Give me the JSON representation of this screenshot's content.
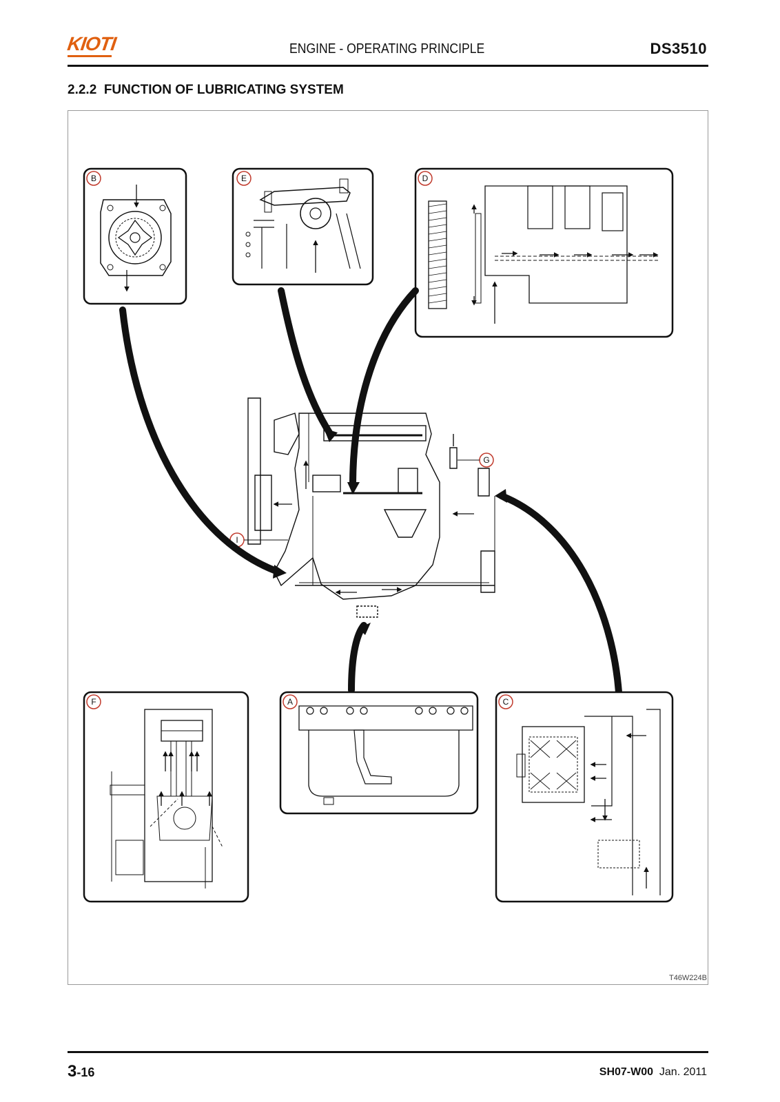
{
  "header": {
    "logo_text": "KIOTI",
    "title": "ENGINE - OPERATING PRINCIPLE",
    "model": "DS3510"
  },
  "section": {
    "number": "2.2.2",
    "title": "FUNCTION OF LUBRICATING SYSTEM"
  },
  "figure": {
    "reference": "T46W224B",
    "callouts": [
      "A",
      "B",
      "C",
      "D",
      "E",
      "F",
      "G",
      "I"
    ]
  },
  "footer": {
    "chapter": "3",
    "page": "-16",
    "doc_code": "SH07-W00",
    "date": "Jan. 2011"
  },
  "colors": {
    "brand": "#e06010",
    "line": "#111111",
    "callout_ring": "#c0392b"
  }
}
